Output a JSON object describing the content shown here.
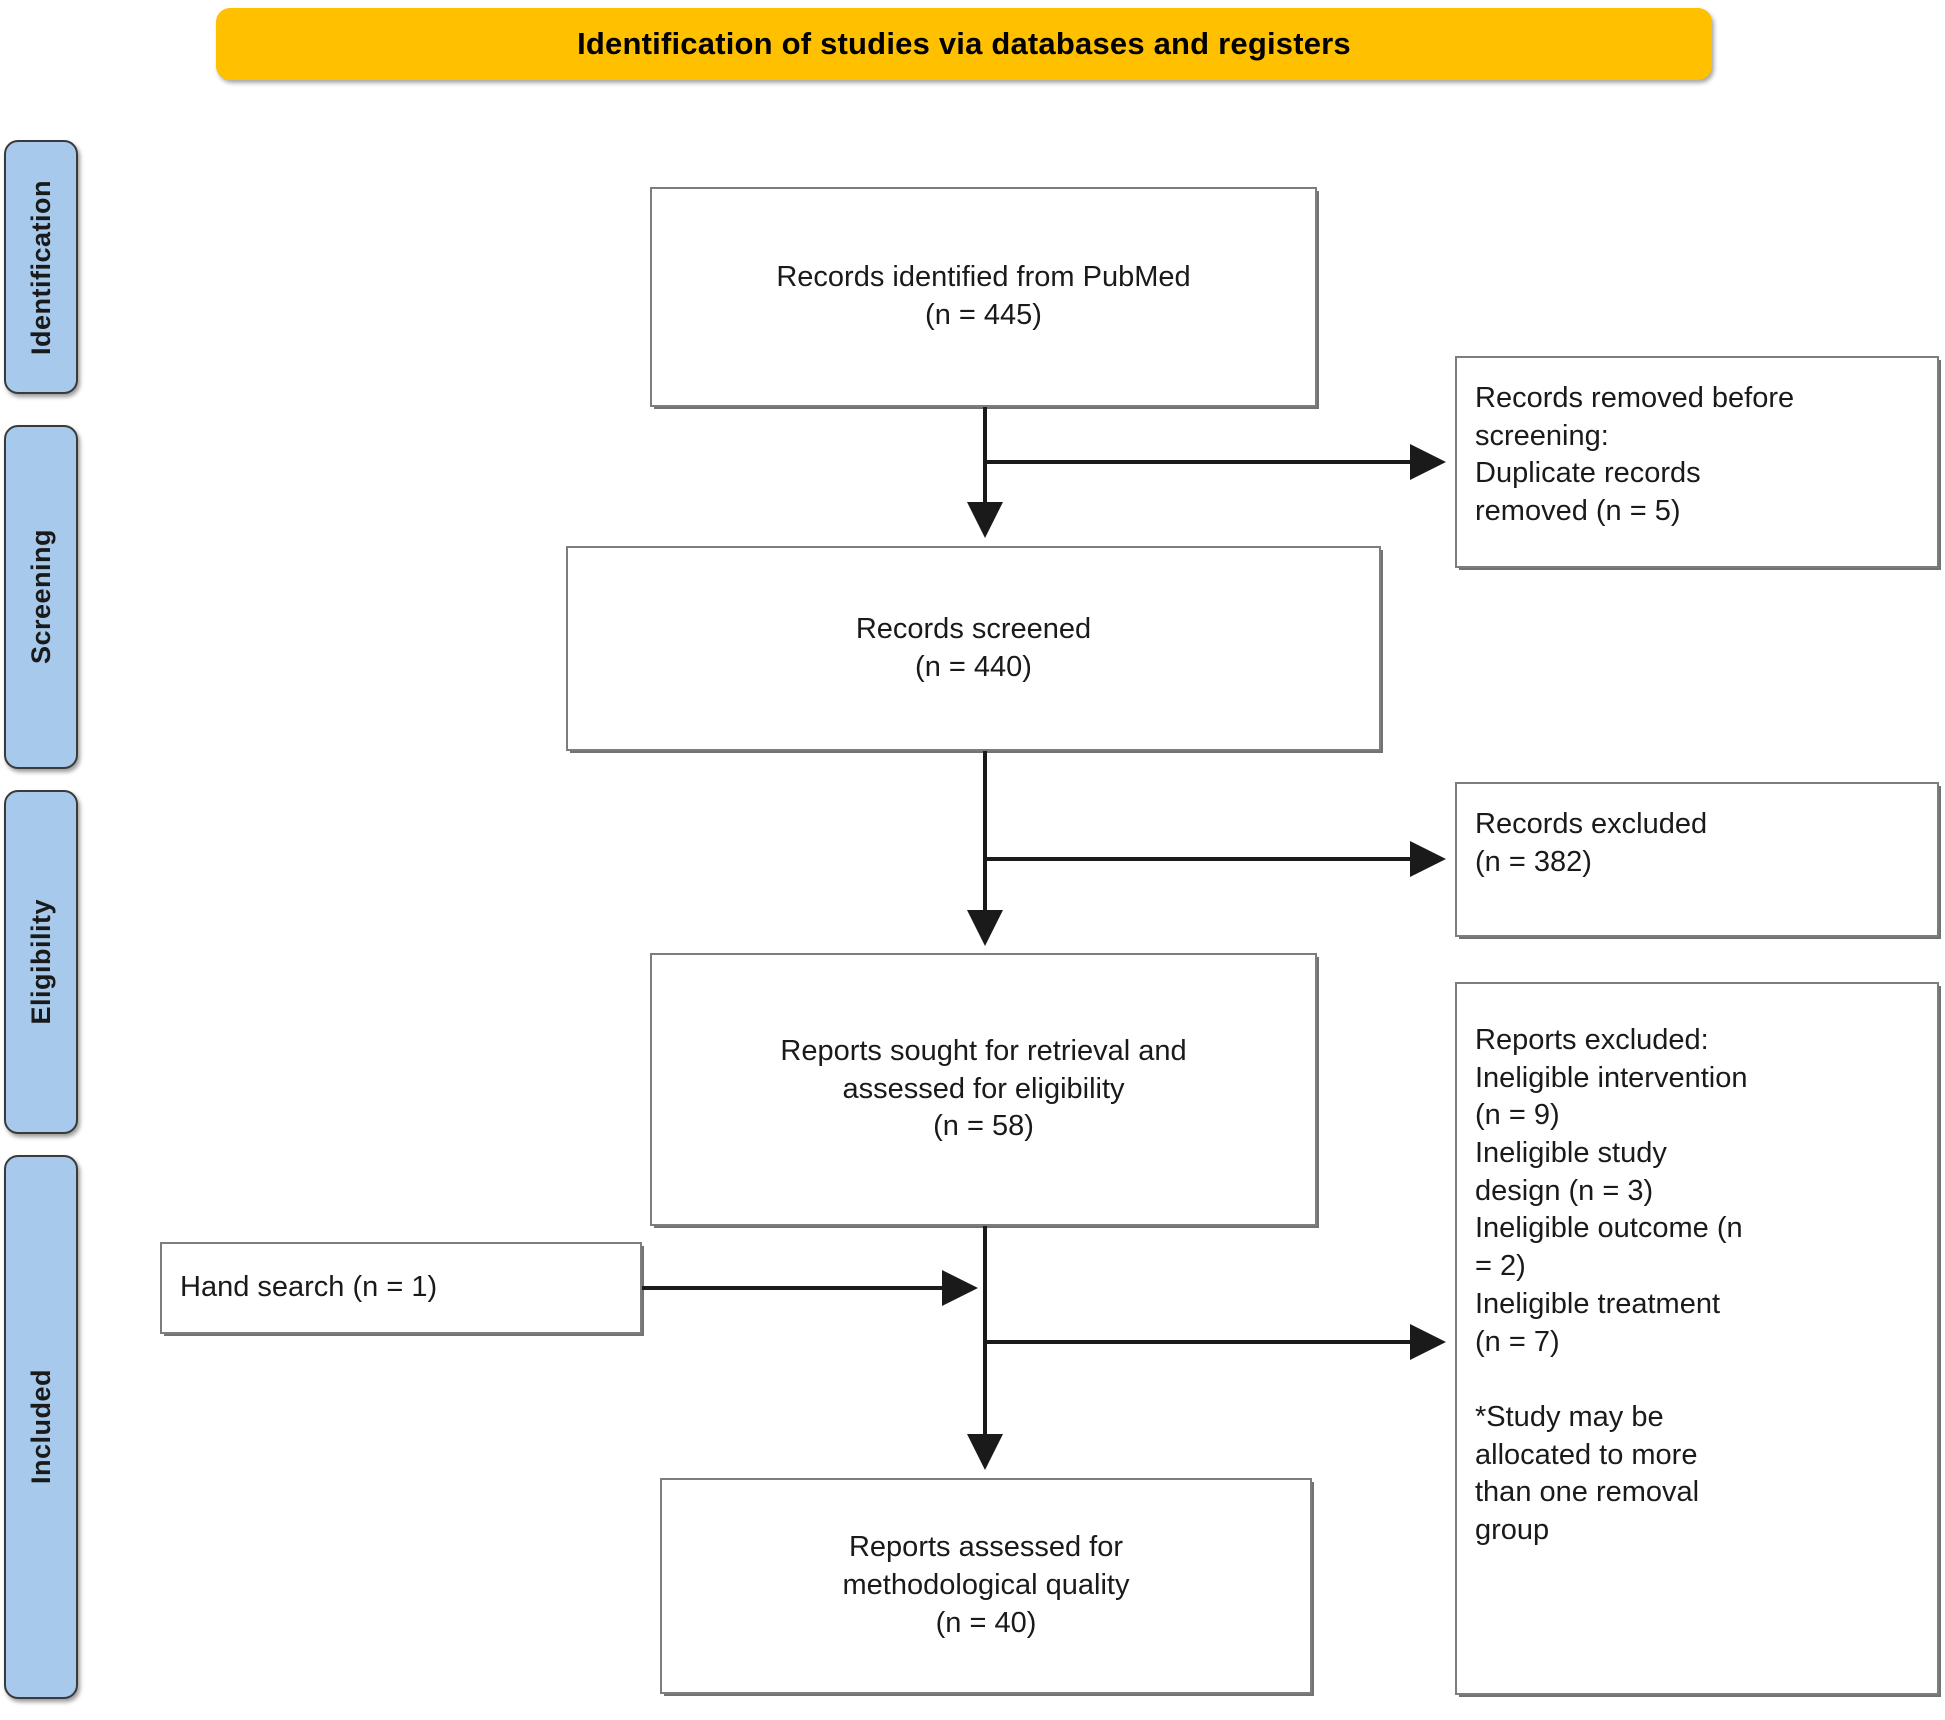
{
  "banner": {
    "title": "Identification of studies via databases and registers",
    "color": "#FFC000"
  },
  "stages": [
    {
      "label": "Identification"
    },
    {
      "label": "Screening"
    },
    {
      "label": "Eligibility"
    },
    {
      "label": "Included"
    }
  ],
  "stage_color": "#A6C9EC",
  "boxes": {
    "identified": "Records identified from PubMed\n(n = 445)",
    "removed_before_screening": "Records removed before\nscreening:\n     Duplicate records\n     removed (n = 5)",
    "screened": "Records screened\n(n = 440)",
    "records_excluded": "Records excluded\n     (n = 382)",
    "sought_retrieval": "Reports sought for retrieval and\nassessed for eligibility\n(n = 58)",
    "reports_excluded": "Reports excluded:\n     Ineligible intervention\n     (n = 9)\n     Ineligible study\n     design (n = 3)\n     Ineligible outcome (n\n     = 2)\n     Ineligible treatment\n     (n = 7)\n\n     *Study may be\n     allocated to more\n     than one removal\n     group",
    "hand_search": "Hand search (n = 1)",
    "assessed_quality": "Reports assessed for\nmethodological quality\n(n = 40)"
  },
  "counts": {
    "identified_n": 445,
    "duplicates_removed_n": 5,
    "screened_n": 440,
    "records_excluded_n": 382,
    "sought_retrieval_n": 58,
    "ineligible_intervention_n": 9,
    "ineligible_study_design_n": 3,
    "ineligible_outcome_n": 2,
    "ineligible_treatment_n": 7,
    "hand_search_n": 1,
    "assessed_quality_n": 40
  }
}
